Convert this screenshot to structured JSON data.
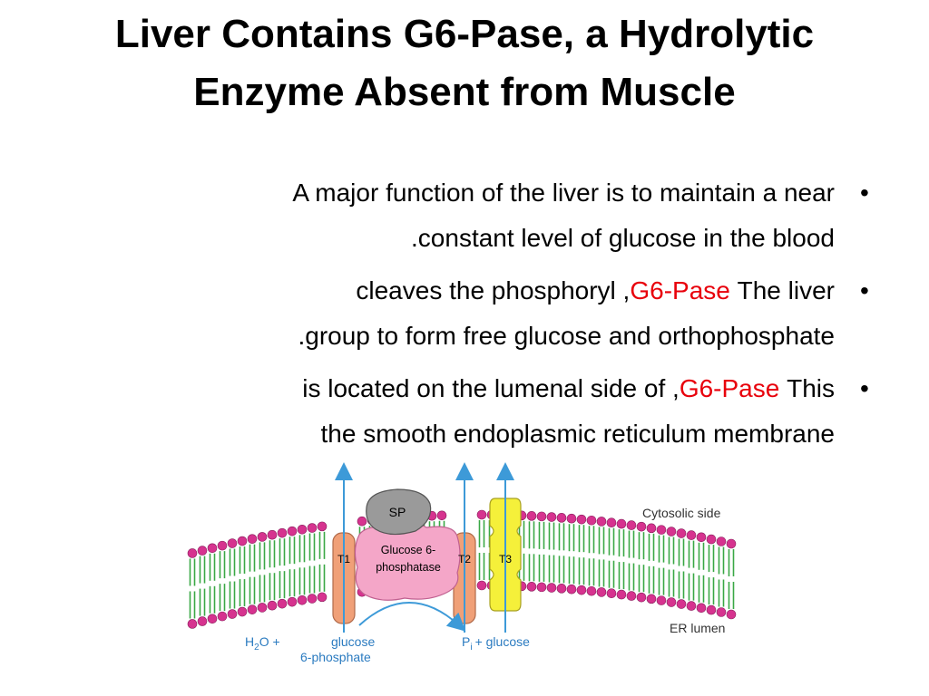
{
  "slide": {
    "title": "Liver Contains G6-Pase, a Hydrolytic Enzyme Absent from Muscle",
    "bullet_marker": "•",
    "bullets": [
      {
        "line1": "A major function of the liver is to maintain a near",
        "line2": "constant level of glucose in the blood."
      },
      {
        "line1_before": "The liver ",
        "line1_highlight": "G6-Pase",
        "line1_after": ", cleaves the phosphoryl",
        "line2": "group to form free glucose and orthophosphate."
      },
      {
        "line1_before": "This ",
        "line1_highlight": "G6-Pase",
        "line1_after": ", is located on the lumenal side of",
        "line2": "the smooth endoplasmic reticulum membrane"
      }
    ],
    "highlight_color": "#e8000b"
  },
  "diagram": {
    "labels": {
      "cytosolic_side": "Cytosolic side",
      "er_lumen": "ER lumen",
      "sp": "SP",
      "enzyme_line1": "Glucose 6-",
      "enzyme_line2": "phosphatase",
      "t1": "T1",
      "t2": "T2",
      "t3": "T3",
      "substrate_h2o": "H",
      "substrate_h2o_sub": "2",
      "substrate_h2o_end": "O  +",
      "substrate_glucose": "glucose",
      "substrate_6p": "6-phosphate",
      "product_p": "P",
      "product_p_sub": "i",
      "product_glucose": "+ glucose"
    },
    "colors": {
      "lipid_head": "#d6338f",
      "lipid_tail": "#3aa845",
      "enzyme": "#f4a6c8",
      "sp": "#9a9a9a",
      "transporter_t1_t2": "#f0a078",
      "transporter_t3": "#f5f03a",
      "arrow": "#3d9ad8",
      "label_blue": "#2b7bc0"
    }
  }
}
